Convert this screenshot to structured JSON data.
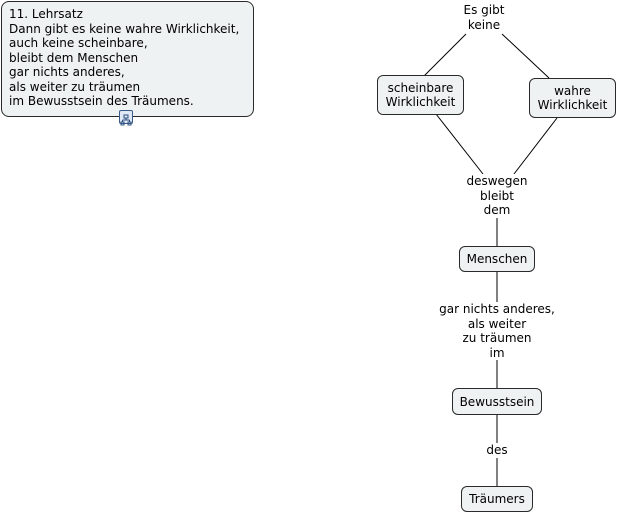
{
  "note": {
    "lines": [
      "11. Lehrsatz",
      "Dann gibt es keine wahre Wirklichkeit,",
      "auch keine scheinbare,",
      "bleibt dem Menschen",
      "gar nichts anderes,",
      "als weiter zu träumen",
      "im Bewusstsein des Träumens."
    ]
  },
  "map": {
    "root": [
      "Es gibt",
      "keine"
    ],
    "left_branch": [
      "scheinbare",
      "Wirklichkeit"
    ],
    "right_branch": [
      "wahre",
      "Wirklichkeit"
    ],
    "connector_1": [
      "deswegen",
      "bleibt",
      "dem"
    ],
    "node_menschen": "Menschen",
    "connector_2": [
      "gar nichts anderes,",
      "als weiter",
      "zu träumen",
      "im"
    ],
    "node_bewusstsein": "Bewusstsein",
    "connector_3": "des",
    "node_traeumers": "Träumers"
  },
  "icons": {
    "note_badge": "submap-icon"
  }
}
